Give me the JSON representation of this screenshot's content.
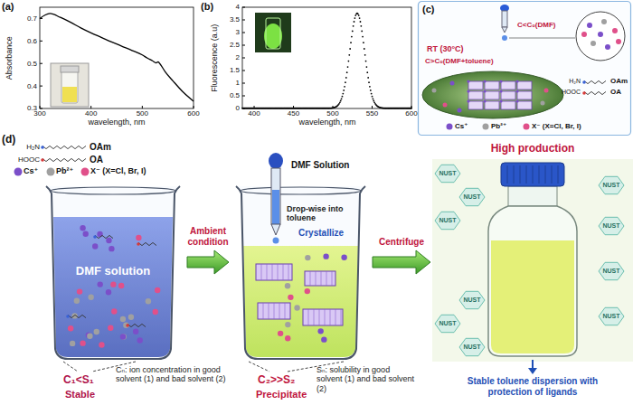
{
  "diagram": {
    "nodes": [
      {
        "text": [
          "DMF solution"
        ]
      },
      {
        "text": [
          "Drop-wise into toluene",
          "Crystallize"
        ]
      },
      {
        "text": [
          "High production"
        ]
      }
    ],
    "edges": [
      {
        "from": 0,
        "to": 1,
        "arrow": "to",
        "label": "Ambient condition"
      },
      {
        "from": 1,
        "to": 2,
        "arrow": "to",
        "label": "Centrifuge"
      }
    ],
    "labels": [
      "(a)",
      "Absorbance",
      "wavelength, nm",
      "0.3",
      "0.4",
      "0.5",
      "0.6",
      "0.7",
      "300",
      "400",
      "500",
      "600",
      "(b)",
      "Fluorescence (a.u)",
      "wavelength, nm",
      "0",
      "0.5",
      "1",
      "1.5",
      "2",
      "2.5",
      "3",
      "3.5",
      "4",
      "400",
      "450",
      "500",
      "550",
      "600",
      "(c)",
      "C<C₀(DMF)",
      "RT (30°C)",
      "C>C₀(DMF+toluene)",
      "H₂N",
      "OAm",
      "HOOC",
      "OA",
      "Cs⁺",
      "Pb²⁺",
      "X⁻ (X=Cl, Br, I)",
      "(d)",
      "H₂N",
      "OAm",
      "HOOC",
      "OA",
      "Cs⁺",
      "Pb²⁺",
      "X⁻ (X=Cl, Br, I)",
      "DMF Solution",
      "C₁<S₁",
      "Stable",
      "Cₙ: ion concentration in good solvent (1) and bad solvent (2)",
      "C₂>>S₂",
      "Precipitate",
      "Sₙ: solubility in good solvent (1) and bad solvent (2)",
      "Stable toluene dispersion with protection of ligands",
      "NUST",
      "NUST",
      "NUST",
      "NUST",
      "NUST",
      "NUST",
      "NUST",
      "NUST",
      "NUST",
      "NUST"
    ]
  }
}
